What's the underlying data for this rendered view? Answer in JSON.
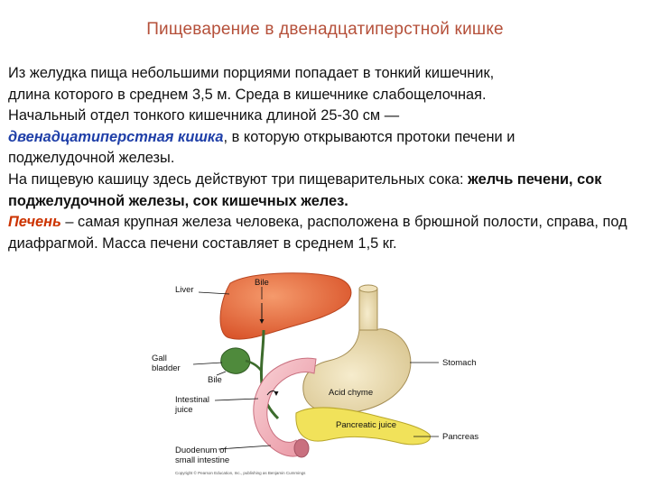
{
  "slide": {
    "title": "Пищеварение в двенадцатиперстной кишке",
    "paragraph1": {
      "lines": [
        "Из желудка пища небольшими порциями попадает в тонкий кишечник,",
        "длина которого в среднем 3,5 м. Среда в кишечнике слабощелочная.",
        "Начальный отдел тонкого кишечника длиной 25-30 см —"
      ],
      "term": "двенадцатиперстная кишка",
      "after_term": ", в которую открываются протоки печени и",
      "last_line": "поджелудочной железы."
    },
    "paragraph2": {
      "lead": "На пищевую кашицу здесь действуют три пищеварительных сока:",
      "bold": "желчь печени, сок поджелудочной железы, сок кишечных желез."
    },
    "paragraph3": {
      "term": "Печень",
      "rest": " – самая крупная железа человека, расположена в брюшной полости, справа, под диафрагмой.  Масса  печени  составляет в среднем 1,5 кг."
    }
  },
  "figure": {
    "labels": {
      "liver": "Liver",
      "bile_top": "Bile",
      "gall_bladder_1": "Gall",
      "gall_bladder_2": "bladder",
      "bile_bottom": "Bile",
      "intestinal_juice_1": "Intestinal",
      "intestinal_juice_2": "juice",
      "duodenum_1": "Duodenum of",
      "duodenum_2": "small intestine",
      "stomach": "Stomach",
      "acid_chyme": "Acid chyme",
      "pancreatic_juice": "Pancreatic juice",
      "pancreas": "Pancreas"
    },
    "copyright": "Copyright © Pearson Education, Inc., publishing as Benjamin Cummings"
  },
  "colors": {
    "title": "#b5503a",
    "term_blue": "#1f3fa8",
    "term_red": "#cc3300",
    "liver": "#e8683a",
    "stomach": "#ecdcb0",
    "duodenum": "#f4b8c0",
    "pancreas": "#f1e25a",
    "gall_bladder": "#4f8a3c"
  }
}
